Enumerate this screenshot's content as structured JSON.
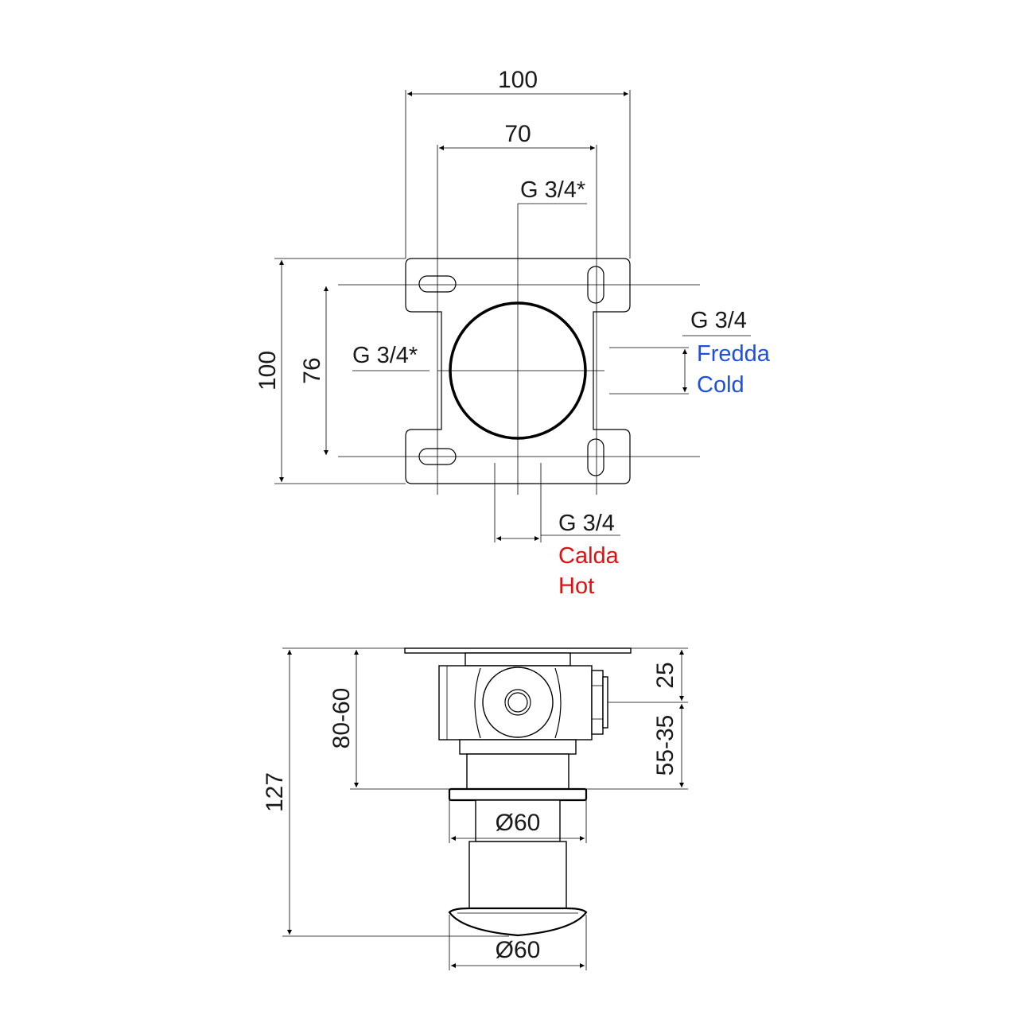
{
  "top_view": {
    "width_outer": "100",
    "width_holes": "70",
    "height_outer": "100",
    "height_holes": "76",
    "outlet_top_label": "G 3/4*",
    "outlet_left_label": "G 3/4*",
    "cold_thread": "G 3/4",
    "cold_it": "Fredda",
    "cold_en": "Cold",
    "hot_thread": "G 3/4",
    "hot_it": "Calda",
    "hot_en": "Hot"
  },
  "side_view": {
    "total_depth": "127",
    "body_depth_range": "80-60",
    "body_top": "25",
    "body_bottom_range": "55-35",
    "rosette_diameter": "Ø60",
    "knob_diameter": "Ø60"
  },
  "colors": {
    "cold": "#1f4fe0",
    "hot": "#e01010",
    "line": "#000000"
  }
}
